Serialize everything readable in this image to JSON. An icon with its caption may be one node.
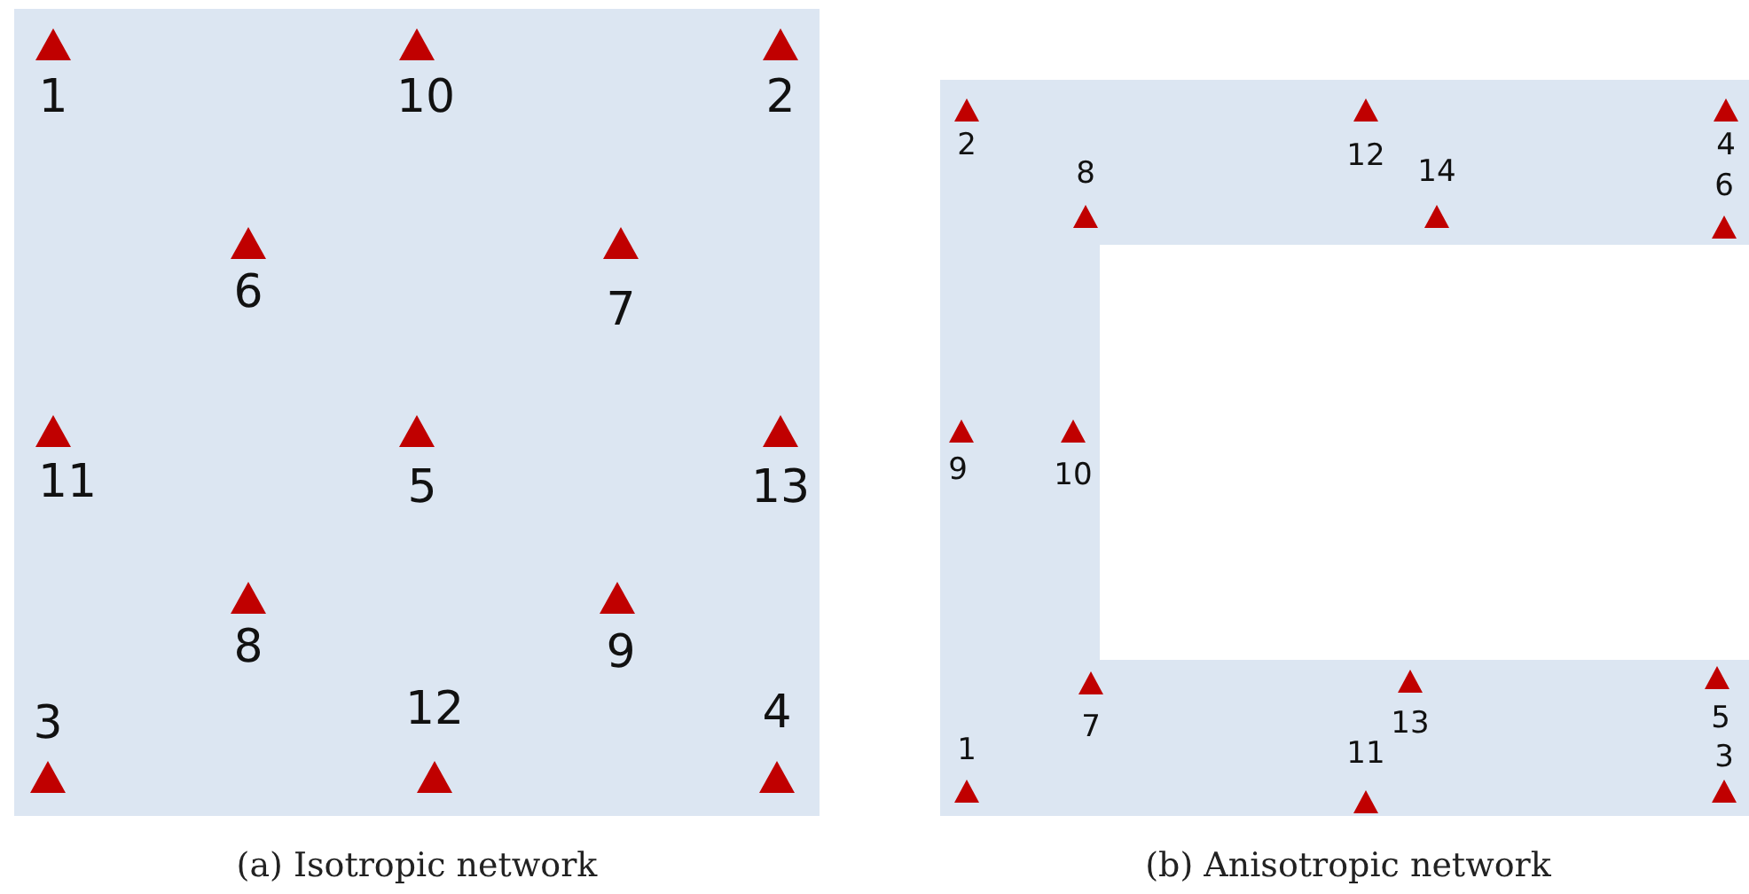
{
  "diagram": {
    "labels": [
      "1",
      "10",
      "2",
      "6",
      "7",
      "11",
      "5",
      "13",
      "8",
      "9",
      "3",
      "12",
      "4",
      "2",
      "8",
      "12",
      "14",
      "4",
      "6",
      "9",
      "10",
      "7",
      "13",
      "5",
      "1",
      "11",
      "3",
      "(a) Isotropic network",
      "(b) Anisotropic network"
    ]
  }
}
